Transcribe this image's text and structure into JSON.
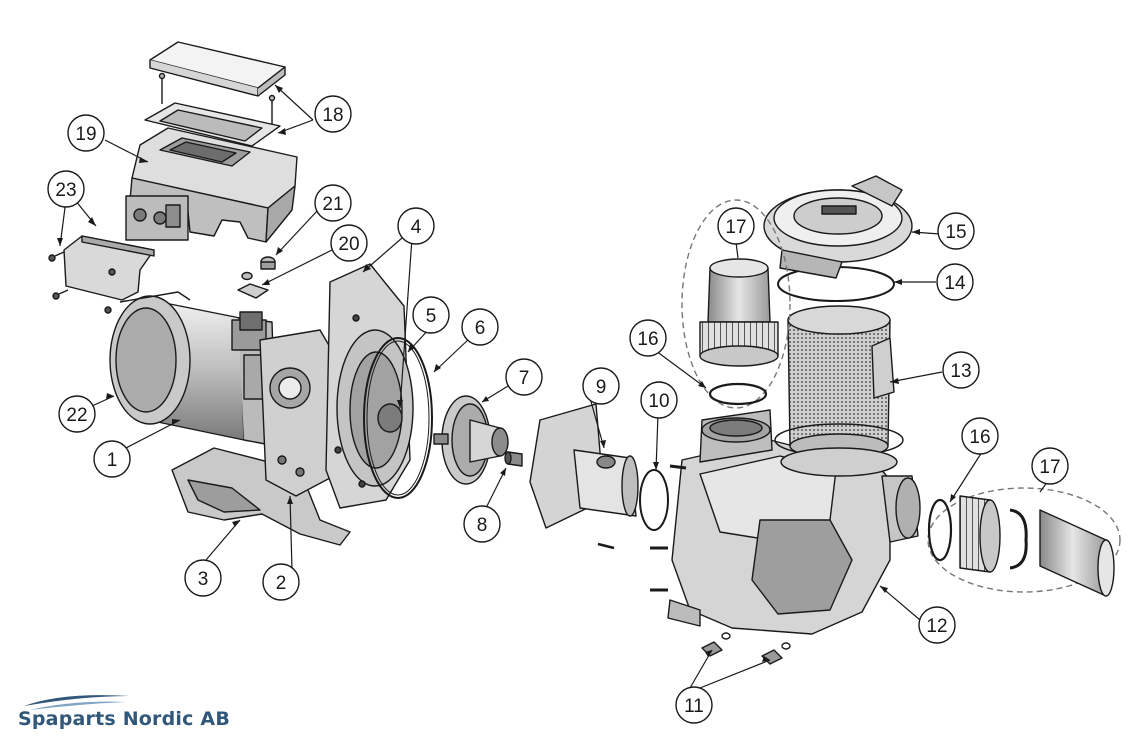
{
  "diagram": {
    "callouts": [
      {
        "id": "c1",
        "label": "1"
      },
      {
        "id": "c2",
        "label": "2"
      },
      {
        "id": "c3",
        "label": "3"
      },
      {
        "id": "c4",
        "label": "4"
      },
      {
        "id": "c5",
        "label": "5"
      },
      {
        "id": "c6",
        "label": "6"
      },
      {
        "id": "c7",
        "label": "7"
      },
      {
        "id": "c8",
        "label": "8"
      },
      {
        "id": "c9",
        "label": "9"
      },
      {
        "id": "c10",
        "label": "10"
      },
      {
        "id": "c11",
        "label": "11"
      },
      {
        "id": "c12",
        "label": "12"
      },
      {
        "id": "c13",
        "label": "13"
      },
      {
        "id": "c14",
        "label": "14"
      },
      {
        "id": "c15",
        "label": "15"
      },
      {
        "id": "c16a",
        "label": "16"
      },
      {
        "id": "c16b",
        "label": "16"
      },
      {
        "id": "c17a",
        "label": "17"
      },
      {
        "id": "c17b",
        "label": "17"
      },
      {
        "id": "c18",
        "label": "18"
      },
      {
        "id": "c19",
        "label": "19"
      },
      {
        "id": "c20",
        "label": "20"
      },
      {
        "id": "c21",
        "label": "21"
      },
      {
        "id": "c22",
        "label": "22"
      },
      {
        "id": "c23",
        "label": "23"
      }
    ]
  },
  "brand": {
    "name": "Spaparts Nordic AB",
    "color": "#31577a"
  },
  "colors": {
    "line": "#1a1a1a",
    "part_fill": "#d9d9d9",
    "part_dark": "#9a9a9a",
    "dashed": "#777777"
  }
}
